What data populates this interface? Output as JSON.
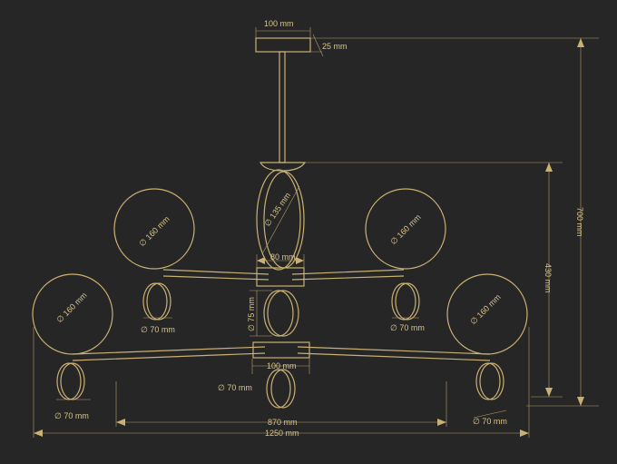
{
  "dimensions": {
    "canopy_width": "100 mm",
    "canopy_height": "25 mm",
    "total_height": "700 mm",
    "body_height": "430 mm",
    "ring_diameter": "∅ 135 mm",
    "upper_hub_width": "80 mm",
    "middle_disc_diameter": "∅ 75 mm",
    "lower_hub_width": "100 mm",
    "globe_upper_left": "∅ 160 mm",
    "globe_upper_right": "∅ 160 mm",
    "globe_lower_left": "∅ 160 mm",
    "globe_lower_right": "∅ 160 mm",
    "disc_upper_left": "∅ 70 mm",
    "disc_upper_right": "∅ 70 mm",
    "disc_bottom_center": "∅ 70 mm",
    "disc_lower_left": "∅ 70 mm",
    "disc_lower_right": "∅ 70 mm",
    "inner_span": "870 mm",
    "total_span": "1250 mm"
  },
  "colors": {
    "background": "#262626",
    "line": "#c9b173"
  }
}
